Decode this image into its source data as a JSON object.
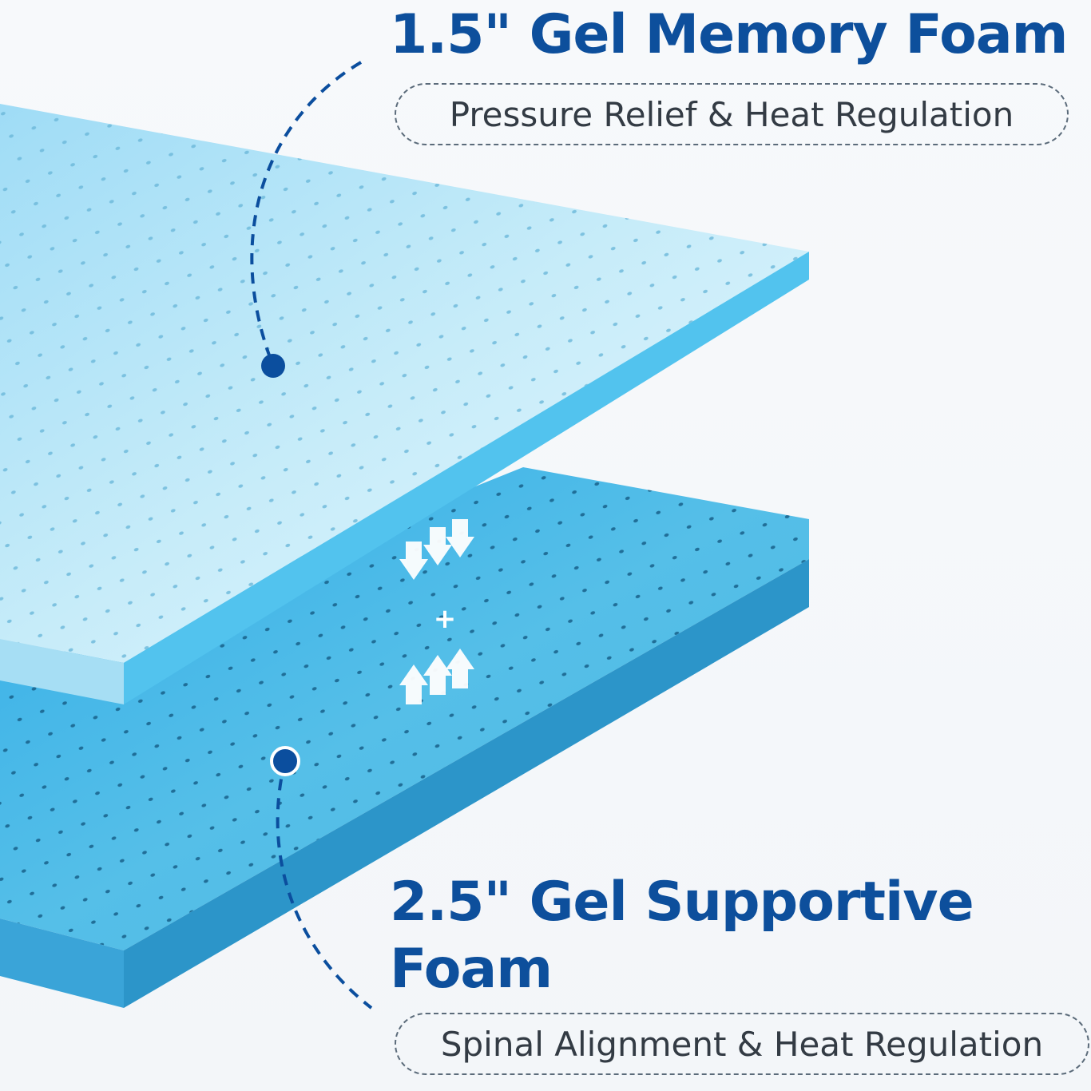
{
  "top_layer": {
    "title": "1.5\" Gel Memory Foam",
    "subtitle": "Pressure Relief & Heat Regulation"
  },
  "bottom_layer": {
    "title": "2.5\" Gel Supportive Foam",
    "subtitle": "Spinal Alignment & Heat Regulation"
  },
  "symbols": {
    "plus": "+"
  },
  "colors": {
    "title": "#0d4f9c",
    "pill_text": "#333b44",
    "top_foam": "#bfe8f8",
    "bottom_foam": "#49b3e3",
    "marker": "#0b4e9e"
  },
  "icons": [
    "down-arrows-icon",
    "plus-icon",
    "up-arrows-icon",
    "marker-dot-icon"
  ]
}
